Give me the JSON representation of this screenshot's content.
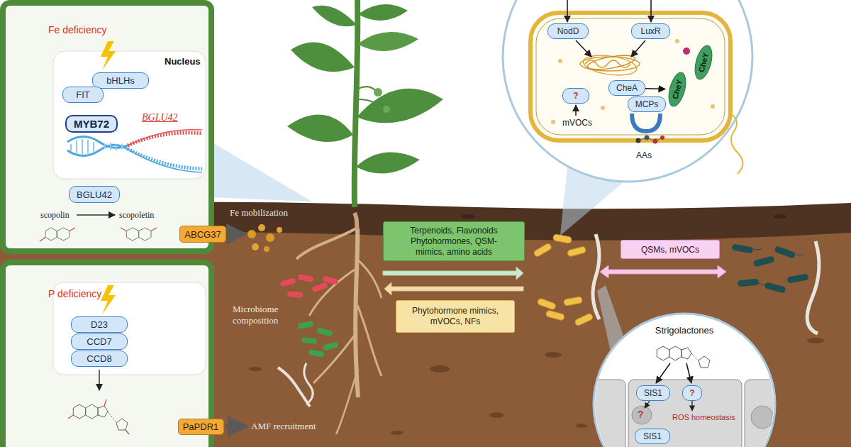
{
  "diagram": {
    "nodes": [
      {
        "text": [
          "Fe deficiency"
        ]
      },
      {
        "text": [
          "Nucleus"
        ],
        "in": 0
      },
      {
        "text": [
          "bHLHs"
        ],
        "in": 1
      },
      {
        "text": [
          "FIT"
        ],
        "in": 1
      },
      {
        "text": [
          "MYB72"
        ],
        "in": 1
      },
      {
        "text": [
          "BGLU42"
        ],
        "in": 0
      },
      {
        "text": [
          "ABCG37"
        ],
        "in": 0
      },
      {
        "text": [
          "P deficiency"
        ]
      },
      {
        "text": [
          "D23"
        ],
        "in": 7
      },
      {
        "text": [
          "CCD7"
        ],
        "in": 7
      },
      {
        "text": [
          "CCD8"
        ],
        "in": 7
      },
      {
        "text": [
          "PaPDR1"
        ],
        "in": 7
      },
      {
        "text": [
          "Terpenoids, Flavonoids Phytohormones, QSM-mimics, amino acids"
        ]
      },
      {
        "text": [
          "Phytohormone mimics, mVOCs, NFs"
        ]
      },
      {
        "text": [
          "QSMs, mVOCs"
        ]
      },
      {
        "text": [
          "NodD"
        ]
      },
      {
        "text": [
          "LuxR"
        ]
      },
      {
        "text": [
          "?"
        ]
      },
      {
        "text": [
          "CheA"
        ]
      },
      {
        "text": [
          "MCPs"
        ]
      },
      {
        "text": [
          "CheY"
        ]
      },
      {
        "text": [
          "CheY"
        ]
      },
      {
        "text": [
          "SIS1"
        ]
      },
      {
        "text": [
          "?"
        ]
      },
      {
        "text": [
          "SIS1"
        ]
      }
    ],
    "edges": [
      {
        "from": 18,
        "to": 20,
        "arrow": "to"
      }
    ],
    "labels": [
      "BGLU42",
      "scopolin",
      "scopoletin",
      "Fe mobilization",
      "Microbiome composition",
      "AMF recruitment",
      "mVOCs",
      "AAs",
      "Strigolactones",
      "?",
      "ROS homeostasis"
    ]
  }
}
